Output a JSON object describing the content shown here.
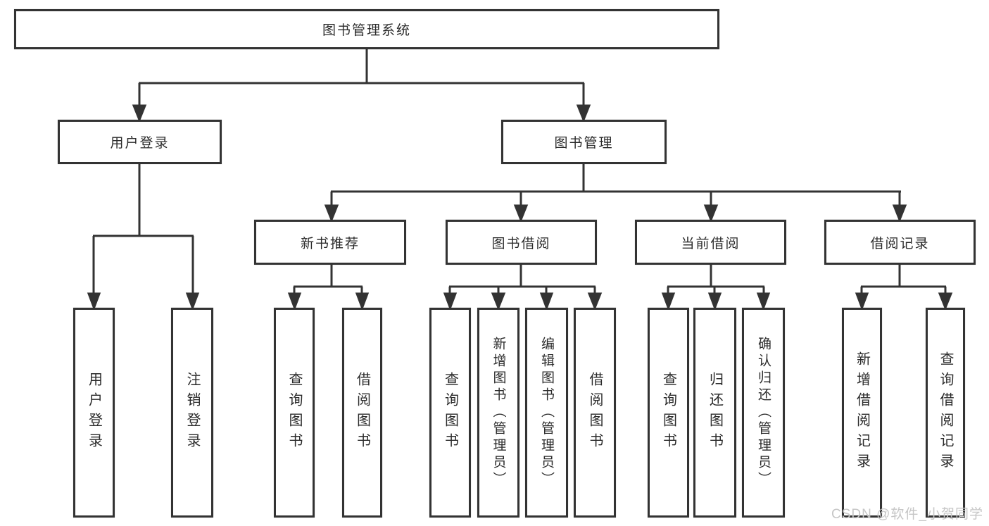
{
  "diagram": {
    "title_node": "图书管理系统",
    "nodes": {
      "root": "图书管理系统",
      "user_login": "用户登录",
      "book_mgmt": "图书管理",
      "new_book_rec": "新书推荐",
      "book_borrow": "图书借阅",
      "current_borrow": "当前借阅",
      "borrow_records": "借阅记录",
      "ul_login": "用户登录",
      "ul_logout": "注销登录",
      "nb_query": "查询图书",
      "nb_borrow": "借阅图书",
      "bb_query": "查询图书",
      "bb_add": "新增图书（管理员）",
      "bb_edit": "编辑图书（管理员）",
      "bb_borrow": "借阅图书",
      "cb_query": "查询图书",
      "cb_return": "归还图书",
      "cb_confirm": "确认归还（管理员）",
      "br_add": "新增借阅记录",
      "br_query": "查询借阅记录"
    },
    "hierarchy": {
      "图书管理系统": {
        "用户登录": [
          "用户登录",
          "注销登录"
        ],
        "图书管理": {
          "新书推荐": [
            "查询图书",
            "借阅图书"
          ],
          "图书借阅": [
            "查询图书",
            "新增图书（管理员）",
            "编辑图书（管理员）",
            "借阅图书"
          ],
          "当前借阅": [
            "查询图书",
            "归还图书",
            "确认归还（管理员）"
          ],
          "借阅记录": [
            "新增借阅记录",
            "查询借阅记录"
          ]
        }
      }
    }
  },
  "watermark": "CSDN @软件_小贺同学",
  "colors": {
    "line": "#333333",
    "box_border": "#333333",
    "text": "#2b2b2b",
    "background": "#ffffff",
    "watermark": "#c6c6c6"
  }
}
